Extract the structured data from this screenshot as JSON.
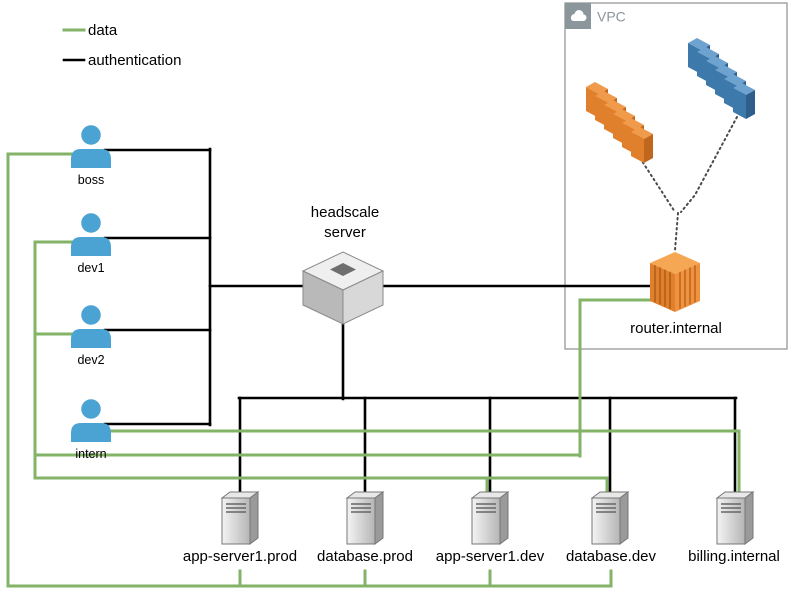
{
  "legend": {
    "items": [
      {
        "label": "data",
        "color": "#82B366"
      },
      {
        "label": "authentication",
        "color": "#000000"
      }
    ]
  },
  "users": [
    {
      "label": "boss"
    },
    {
      "label": "dev1"
    },
    {
      "label": "dev2"
    },
    {
      "label": "intern"
    }
  ],
  "headscale": {
    "label_line1": "headscale",
    "label_line2": "server"
  },
  "vpc": {
    "label": "VPC",
    "router": {
      "label": "router.internal"
    }
  },
  "servers": [
    {
      "label": "app-server1.prod"
    },
    {
      "label": "database.prod"
    },
    {
      "label": "app-server1.dev"
    },
    {
      "label": "database.dev"
    },
    {
      "label": "billing.internal"
    }
  ],
  "colors": {
    "data_line": "#82B366",
    "auth_line": "#000000",
    "user_icon": "#4BA3D3",
    "aws_orange": "#E0802C",
    "aws_blue": "#3E79AB",
    "vpc_header": "#8B959C",
    "cube_gray": "#D8D8D8",
    "server_gray": "#C9C9C9"
  }
}
